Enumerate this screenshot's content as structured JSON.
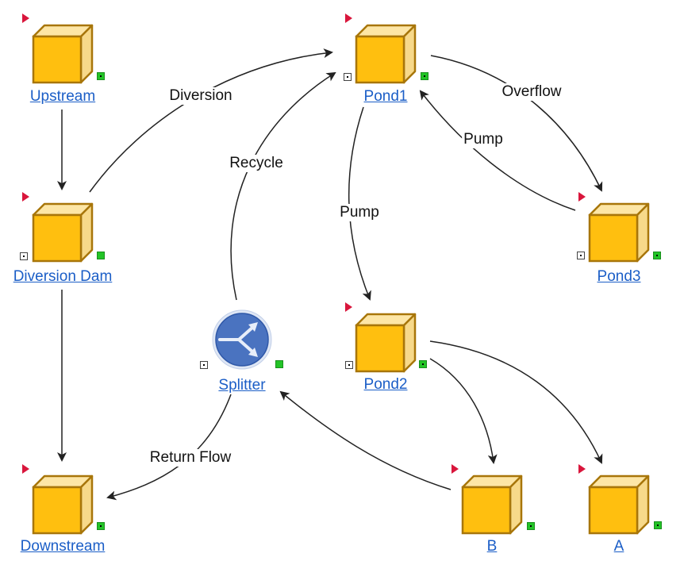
{
  "nodes": {
    "upstream": {
      "label": "Upstream"
    },
    "diversion_dam": {
      "label": "Diversion  Dam"
    },
    "downstream": {
      "label": "Downstream"
    },
    "pond1": {
      "label": "Pond1"
    },
    "pond2": {
      "label": "Pond2"
    },
    "pond3": {
      "label": "Pond3"
    },
    "splitter": {
      "label": "Splitter"
    },
    "b": {
      "label": "B"
    },
    "a": {
      "label": "A"
    }
  },
  "edges": {
    "diversion": {
      "label": "Diversion"
    },
    "recycle": {
      "label": "Recycle"
    },
    "overflow": {
      "label": "Overflow"
    },
    "pump_pond3_pond1": {
      "label": "Pump"
    },
    "pump_pond1_pond2": {
      "label": "Pump"
    },
    "return_flow": {
      "label": "Return Flow"
    }
  },
  "colors": {
    "cube_front": "#ffbf0f",
    "cube_side": "#f7d98a",
    "cube_top": "#fde6a6",
    "cube_outline": "#a8760a",
    "flag": "#d9163c",
    "port_out": "#23c427",
    "link_text": "#1b5ec7",
    "splitter_fill": "#4a73c0"
  },
  "icons": {
    "cube": "box-3d-icon",
    "splitter": "splitter-arrows-icon",
    "flag": "triangle-flag-icon"
  }
}
